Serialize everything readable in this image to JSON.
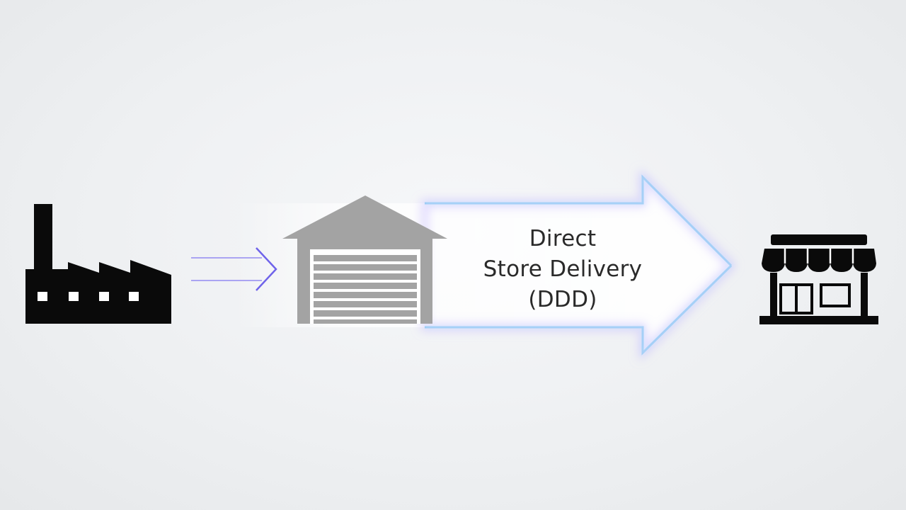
{
  "diagram": {
    "flow_label": {
      "line1": "Direct",
      "line2": "Store Delivery",
      "line3": "(DDD)"
    },
    "nodes": [
      {
        "icon": "factory-icon"
      },
      {
        "icon": "warehouse-icon"
      },
      {
        "icon": "store-icon"
      }
    ],
    "colors": {
      "icon_dark": "#0a0a0a",
      "warehouse_gray": "#a3a3a3",
      "small_arrow": "#7b6ff0",
      "big_arrow": "#8ec4f2",
      "big_arrow_glow": "#b9a8ff",
      "label_text": "#2a2a2a"
    }
  }
}
